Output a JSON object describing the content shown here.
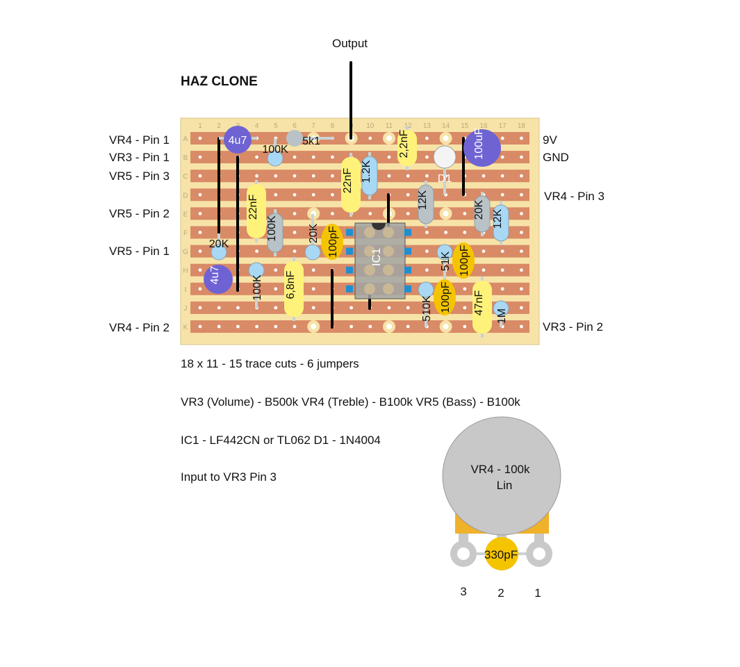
{
  "title": "HAZ CLONE",
  "output_label": "Output",
  "left_labels": [
    "VR4 - Pin 1",
    "VR3 - Pin 1",
    "VR5 - Pin 3",
    "VR5 - Pin 2",
    "VR5 - Pin 1",
    "VR4 - Pin 2"
  ],
  "right_labels": [
    "9V",
    "GND",
    "VR4 -  Pin 3",
    "VR3 - Pin 2"
  ],
  "board": {
    "columns": [
      "1",
      "2",
      "3",
      "4",
      "5",
      "6",
      "7",
      "8",
      "9",
      "10",
      "11",
      "12",
      "13",
      "14",
      "15",
      "16",
      "17",
      "18"
    ],
    "rows": [
      "A",
      "B",
      "C",
      "D",
      "E",
      "F",
      "G",
      "H",
      "I",
      "J",
      "K"
    ]
  },
  "components": {
    "c_4u7_top": "4u7",
    "r_5k1": "5k1",
    "r_100k_top": "100K",
    "c_2n2": "2,2nF",
    "c_100uf": "100uF",
    "c_22nf_mid": "22nF",
    "r_1k2": "1.2K",
    "d1": "D1",
    "c_22nf_left": "22nF",
    "r_12k_mid": "12K",
    "r_20k_right": "20K",
    "r_12k_right": "12K",
    "r_20k_left": "20K",
    "r_100k_left": "100K",
    "r_20k_mid": "20K",
    "c_100pf_a": "100pF",
    "ic1": "IC1",
    "r_51k": "51K",
    "c_100pf_b": "100pF",
    "c_4u7_bottom": "4u7",
    "r_100k_bottom": "100K",
    "c_6n8": "6,8nF",
    "c_100pf_c": "100pF",
    "c_47nf": "47nF",
    "r_510k": "510K",
    "r_1m": "1M"
  },
  "notes": [
    "18 x 11 - 15 trace cuts - 6 jumpers",
    "VR3 (Volume) - B500k  VR4 (Treble) - B100k  VR5 (Bass) - B100k",
    "IC1 - LF442CN or TL062  D1 - 1N4004",
    "Input to VR3 Pin 3"
  ],
  "pot": {
    "label_line1": "VR4 - 100k",
    "label_line2": "Lin",
    "cap": "330pF",
    "pins": [
      "3",
      "2",
      "1"
    ]
  },
  "colors": {
    "board": "#f7e3a8",
    "strip": "#d98a66",
    "resistor_blue": "#a9d8f5",
    "resistor_grey": "#b9c3c7",
    "cap_yellow": "#fff27a",
    "cap_orange": "#f5c400",
    "electrolytic": "#6f63d3"
  }
}
